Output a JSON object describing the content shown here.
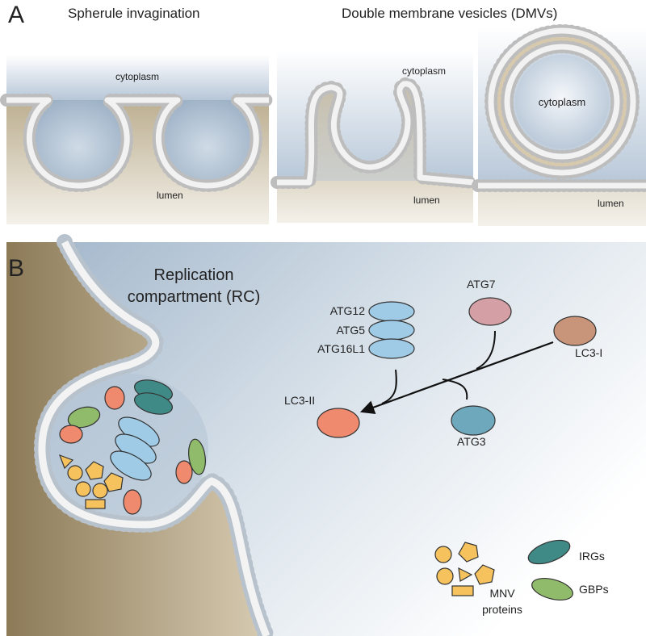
{
  "panel_a": {
    "letter": "A",
    "heading_left": "Spherule invagination",
    "heading_right": "Double membrane vesicles (DMVs)",
    "tile1": {
      "top_label": "cytoplasm",
      "bottom_label": "lumen"
    },
    "tile2": {
      "top_label": "cytoplasm",
      "bottom_label": "lumen"
    },
    "tile3": {
      "center_label": "cytoplasm",
      "bottom_label": "lumen"
    }
  },
  "panel_b": {
    "letter": "B",
    "title_line1": "Replication",
    "title_line2": "compartment (RC)",
    "pathway": {
      "atg12": "ATG12",
      "atg5": "ATG5",
      "atg16l1": "ATG16L1",
      "atg7": "ATG7",
      "lc3_i": "LC3-I",
      "lc3_ii": "LC3-II",
      "atg3": "ATG3"
    },
    "legend": {
      "irgs": "IRGs",
      "gbps": "GBPs",
      "mnv_line1": "MNV",
      "mnv_line2": "proteins"
    }
  },
  "colors": {
    "atg12_complex": "#9fcbe6",
    "atg7": "#d4a0a5",
    "lc3_i": "#c9957a",
    "lc3_ii": "#ef8a6e",
    "atg3": "#6ea8bd",
    "irg": "#3f8a86",
    "gbp": "#8fbb6a",
    "mnv": "#f6c25e",
    "lumen": "#b9a584",
    "cytoplasm": "#c9d6e3",
    "bead": "#e6e6e6"
  }
}
